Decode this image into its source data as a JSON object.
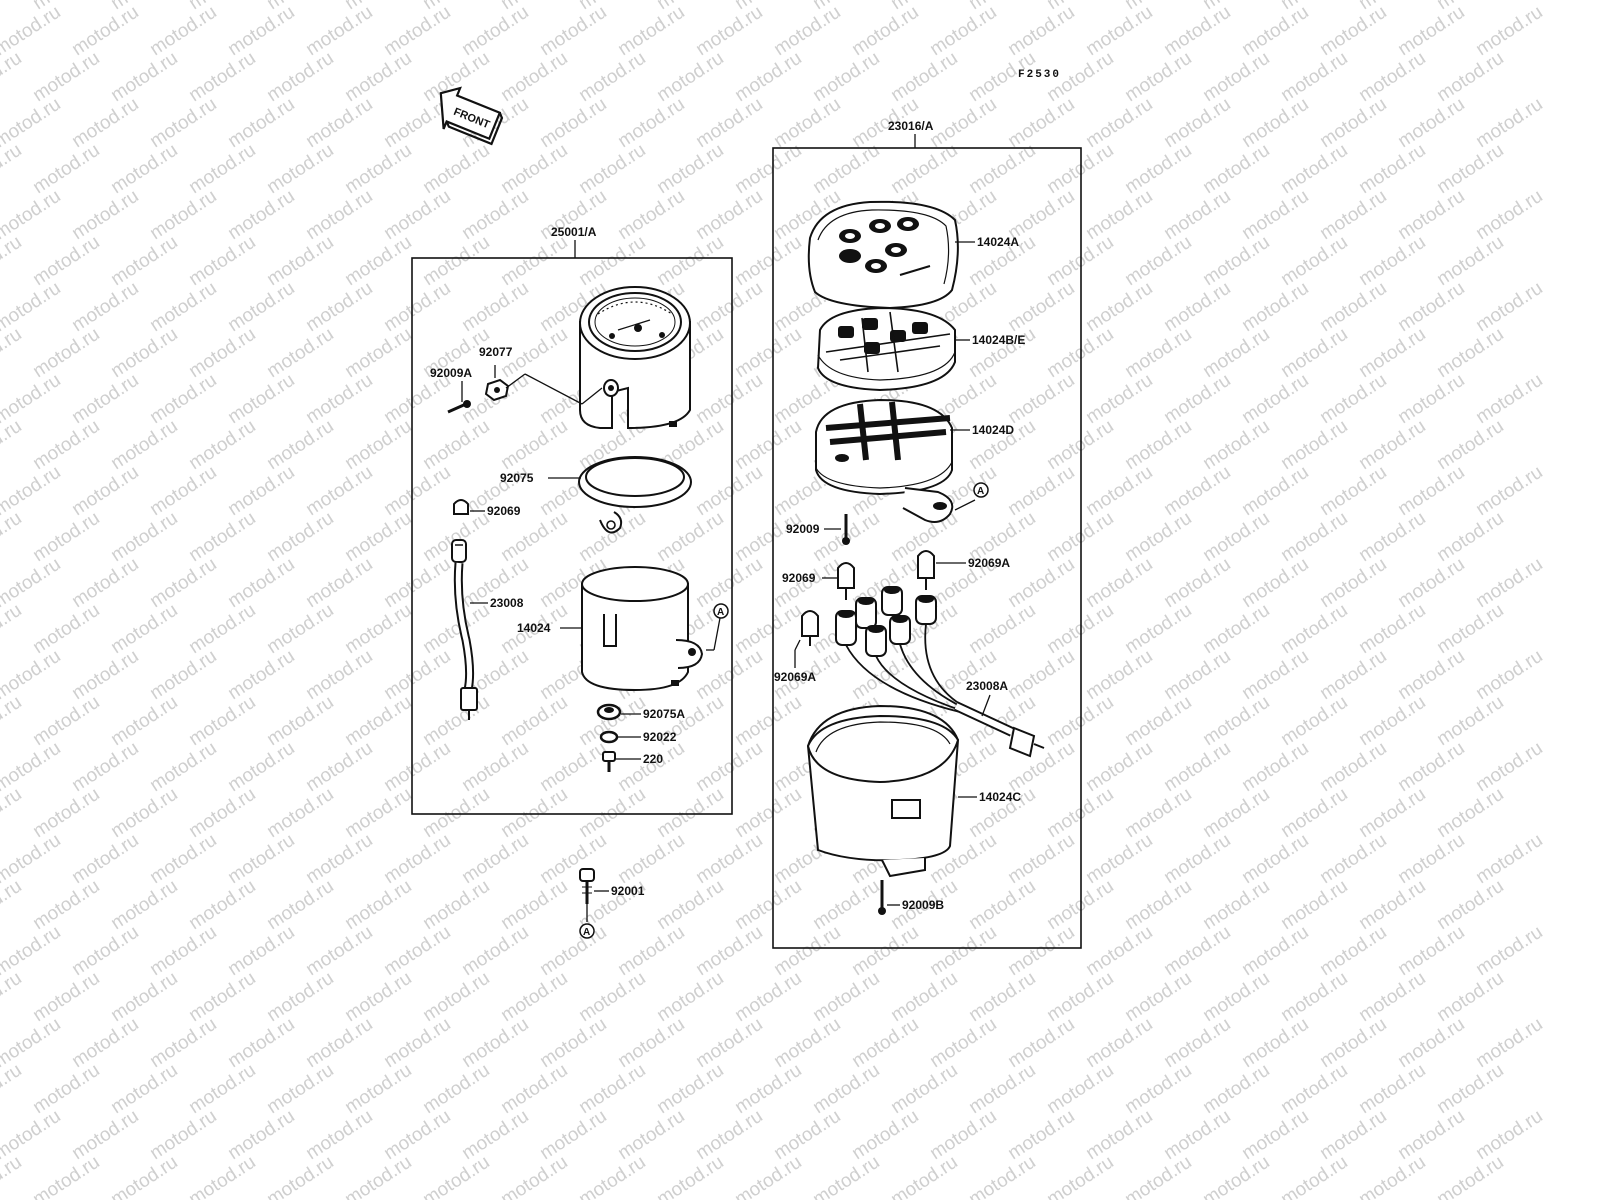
{
  "diagram_code": "F2530",
  "watermark_text": "motod.ru",
  "front_arrow_label": "FRONT",
  "groups": {
    "left_assembly": "25001/A",
    "right_assembly": "23016/A"
  },
  "labels": {
    "p92077": "92077",
    "p92009A": "92009A",
    "p92075": "92075",
    "p92069_left": "92069",
    "p23008": "23008",
    "p14024": "14024",
    "p92075A": "92075A",
    "p92022": "92022",
    "p220": "220",
    "p92001": "92001",
    "p14024A": "14024A",
    "p14024BE": "14024B/E",
    "p14024D": "14024D",
    "p92009": "92009",
    "p92069A_top": "92069A",
    "p92069_right": "92069",
    "p92069A_bottom": "92069A",
    "p23008A": "23008A",
    "p14024C": "14024C",
    "p92009B": "92009B"
  },
  "reference_marker": "A"
}
